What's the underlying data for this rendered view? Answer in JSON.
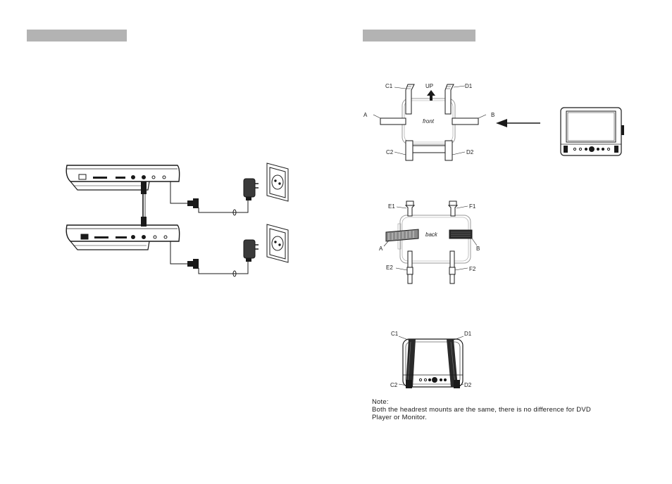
{
  "labels": {
    "up": "UP",
    "front": "front",
    "back": "back",
    "front_diagram": {
      "C1": "C1",
      "D1": "D1",
      "A": "A",
      "B": "B",
      "C2": "C2",
      "D2": "D2"
    },
    "back_diagram": {
      "E1": "E1",
      "F1": "F1",
      "A": "A",
      "B": "B",
      "E2": "E2",
      "F2": "F2"
    },
    "mounted_diagram": {
      "C1": "C1",
      "D1": "D1",
      "C2": "C2",
      "D2": "D2"
    }
  },
  "note": {
    "title": "Note:",
    "line1": "Both the headrest mounts are the same, there is no difference for DVD",
    "line2": "Player or Monitor."
  }
}
